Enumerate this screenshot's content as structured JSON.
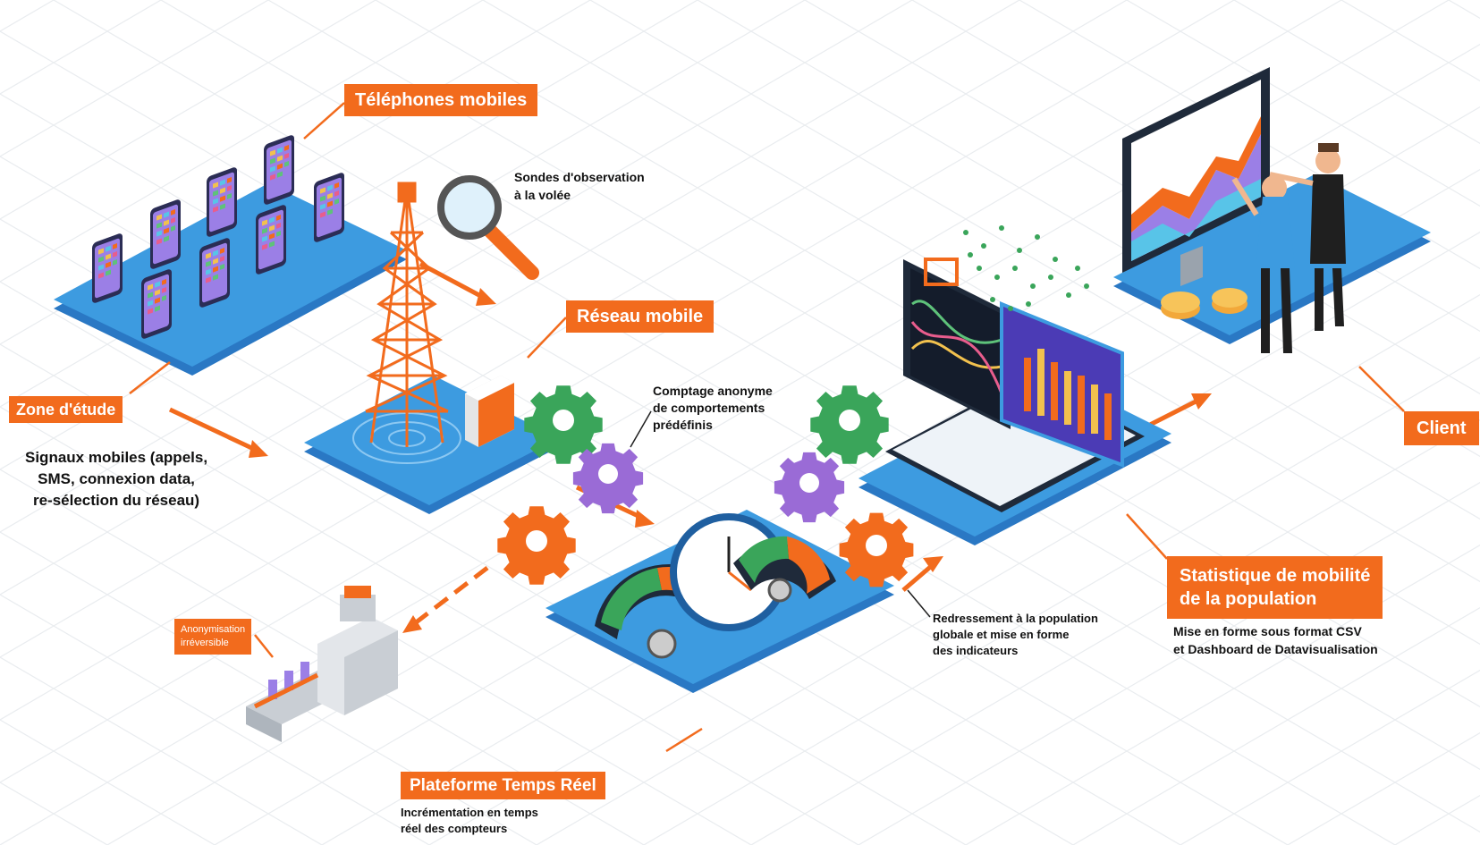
{
  "colors": {
    "orange": "#f26b1d",
    "platform_blue": "#3d9be0",
    "platform_blue_dark": "#2a78c4",
    "phone_purple": "#9b7fe6",
    "gear_green": "#3aa55a",
    "gear_purple": "#9a6bd6",
    "grid_gray": "#e9ecef"
  },
  "labels": {
    "telephones": "Téléphones mobiles",
    "reseau": "Réseau mobile",
    "zone": "Zone d'étude",
    "client": "Client",
    "statistique": "Statistique de mobilité\nde la population",
    "plateforme": "Plateforme Temps Réel",
    "anonymisation": "Anonymisation\nirréversible"
  },
  "texts": {
    "sondes": "Sondes d'observation\nà la volée",
    "signaux": "Signaux mobiles (appels,\nSMS, connexion data,\nre-sélection du réseau)",
    "comptage": "Comptage anonyme\nde comportements\nprédéfinis",
    "redressement": "Redressement à la population\nglobale et mise en forme\ndes indicateurs",
    "mise_en_forme": "Mise en forme sous format CSV\net Dashboard de Datavisualisation",
    "incrementation": "Incrémentation en temps\nréel des compteurs"
  },
  "icons": [
    "magnifier-icon",
    "antenna-tower-icon",
    "gear-icon",
    "gauge-icon",
    "laptop-icon",
    "monitor-icon",
    "coin-icon",
    "person-icon",
    "shredder-machine-icon",
    "phone-icon"
  ]
}
